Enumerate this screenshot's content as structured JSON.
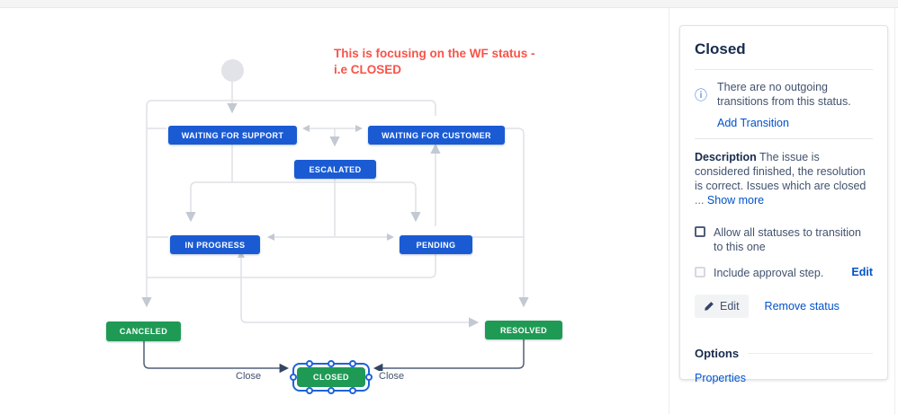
{
  "colors": {
    "node_blue": "#1a5bd4",
    "node_green": "#1f9a55",
    "selection_blue": "#1f63d8",
    "link_blue": "#0052CC",
    "annotation_red": "#f8534a",
    "connector_gray": "#dfe1e5",
    "connector_dark": "#505f79",
    "text_dark": "#172B4D",
    "text_body": "#42526E"
  },
  "annotation": {
    "text": "This is focusing on the WF status -\ni.e CLOSED"
  },
  "diagram": {
    "nodes": [
      {
        "id": "start",
        "label": "",
        "type": "start"
      },
      {
        "id": "waiting-for-support",
        "label": "WAITING FOR SUPPORT",
        "type": "blue"
      },
      {
        "id": "waiting-for-customer",
        "label": "WAITING FOR CUSTOMER",
        "type": "blue"
      },
      {
        "id": "escalated",
        "label": "ESCALATED",
        "type": "blue"
      },
      {
        "id": "in-progress",
        "label": "IN PROGRESS",
        "type": "blue"
      },
      {
        "id": "pending",
        "label": "PENDING",
        "type": "blue"
      },
      {
        "id": "canceled",
        "label": "CANCELED",
        "type": "green"
      },
      {
        "id": "resolved",
        "label": "RESOLVED",
        "type": "green"
      },
      {
        "id": "closed",
        "label": "CLOSED",
        "type": "green",
        "selected": true
      }
    ],
    "transitions": [
      {
        "label": "Close",
        "from": "canceled",
        "to": "closed"
      },
      {
        "label": "Close",
        "from": "resolved",
        "to": "closed"
      }
    ]
  },
  "panel": {
    "title": "Closed",
    "info_text": "There are no outgoing transitions from this status.",
    "add_transition_label": "Add Transition",
    "description_label": "Description",
    "description_text": "The issue is considered finished, the resolution is correct. Issues which are closed",
    "ellipsis": "...",
    "show_more_label": "Show more",
    "checkbox_allow_label": "Allow all statuses to transition to this one",
    "checkbox_approval_label": "Include approval step.",
    "approval_edit_label": "Edit",
    "edit_button_label": "Edit",
    "remove_status_label": "Remove status",
    "options_title": "Options",
    "properties_label": "Properties"
  }
}
